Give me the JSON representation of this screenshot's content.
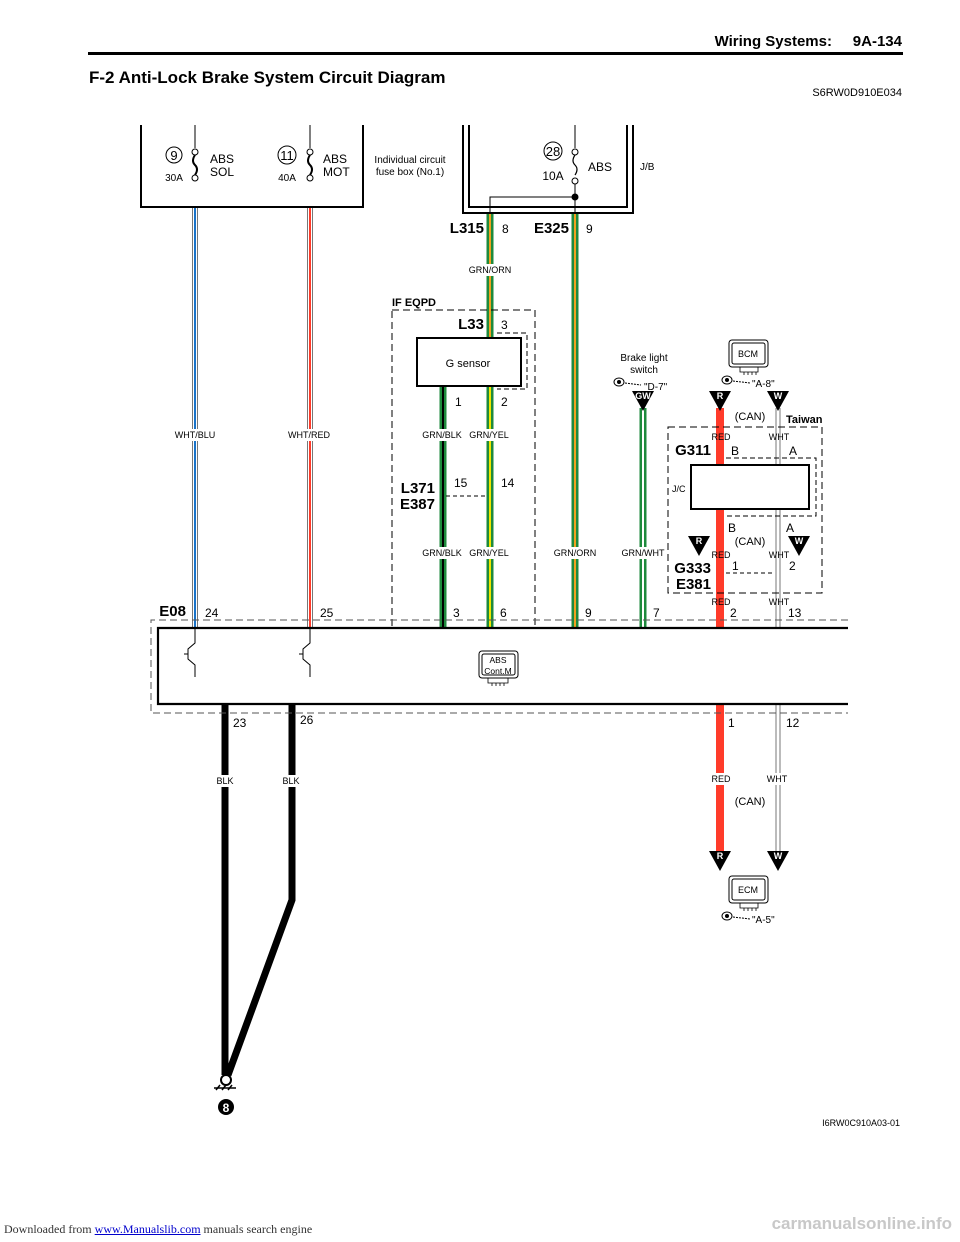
{
  "header": {
    "section": "Wiring Systems:",
    "page": "9A-134"
  },
  "title": "F-2 Anti-Lock Brake System Circuit Diagram",
  "doc_code": "S6RW0D910E034",
  "figure_code": "I6RW0C910A03-01",
  "fuse_box": {
    "label": "Individual circuit fuse box (No.1)",
    "label_line1": "Individual circuit",
    "label_line2": "fuse box (No.1)",
    "fuses": [
      {
        "number": "9",
        "rating": "30A",
        "name_line1": "ABS",
        "name_line2": "SOL"
      },
      {
        "number": "11",
        "rating": "40A",
        "name_line1": "ABS",
        "name_line2": "MOT"
      }
    ]
  },
  "junction_block": {
    "label": "J/B",
    "fuse": {
      "number": "28",
      "rating": "10A",
      "name": "ABS"
    }
  },
  "connectors": {
    "L315": {
      "name": "L315",
      "pin": "8"
    },
    "E325": {
      "name": "E325",
      "pin": "9"
    },
    "L33": {
      "name": "L33",
      "pin": "3"
    },
    "L371": {
      "name": "L371",
      "name2": "E387",
      "pins": [
        "15",
        "14"
      ]
    },
    "G311": {
      "name": "G311",
      "pins": [
        "B",
        "A"
      ]
    },
    "G333": {
      "name": "G333",
      "name2": "E381",
      "pins": [
        "1",
        "2"
      ],
      "upper_pins": [
        "B",
        "A"
      ]
    },
    "E08": {
      "name": "E08",
      "top_pins": [
        "24",
        "25",
        "3",
        "6",
        "9",
        "7",
        "2",
        "13"
      ],
      "bottom_pins": [
        "23",
        "26",
        "1",
        "12"
      ]
    }
  },
  "g_sensor": {
    "label": "G sensor",
    "group": "IF EQPD",
    "pins": [
      "1",
      "2"
    ]
  },
  "brake_light_switch": {
    "label_line1": "Brake light",
    "label_line2": "switch",
    "ref": "\"D-7\"",
    "marker": "GW"
  },
  "bcm": {
    "label": "BCM",
    "ref": "\"A-8\""
  },
  "ecm": {
    "label": "ECM",
    "ref": "\"A-5\""
  },
  "abs_module": {
    "label_line1": "ABS",
    "label_line2": "Cont.M"
  },
  "jc": {
    "label": "J/C",
    "region": "Taiwan"
  },
  "can_label": "(CAN)",
  "markers": {
    "R": "R",
    "W": "W"
  },
  "ground": {
    "number": "8"
  },
  "wire_labels": {
    "wht_blu": "WHT/BLU",
    "wht_red": "WHT/RED",
    "grn_orn": "GRN/ORN",
    "grn_blk": "GRN/BLK",
    "grn_yel": "GRN/YEL",
    "grn_wht": "GRN/WHT",
    "red": "RED",
    "wht": "WHT",
    "blk": "BLK"
  },
  "colors": {
    "white": "#ffffff",
    "blue": "#1a73c8",
    "red": "#ff3b2a",
    "green": "#1e8a3c",
    "orange": "#f0a020",
    "yellow": "#f2e500",
    "black": "#000000",
    "gray": "#888888"
  },
  "footer": {
    "prefix": "Downloaded from",
    "link": "www.Manualslib.com",
    "suffix": "manuals search engine",
    "watermark": "carmanualsonline.info"
  }
}
